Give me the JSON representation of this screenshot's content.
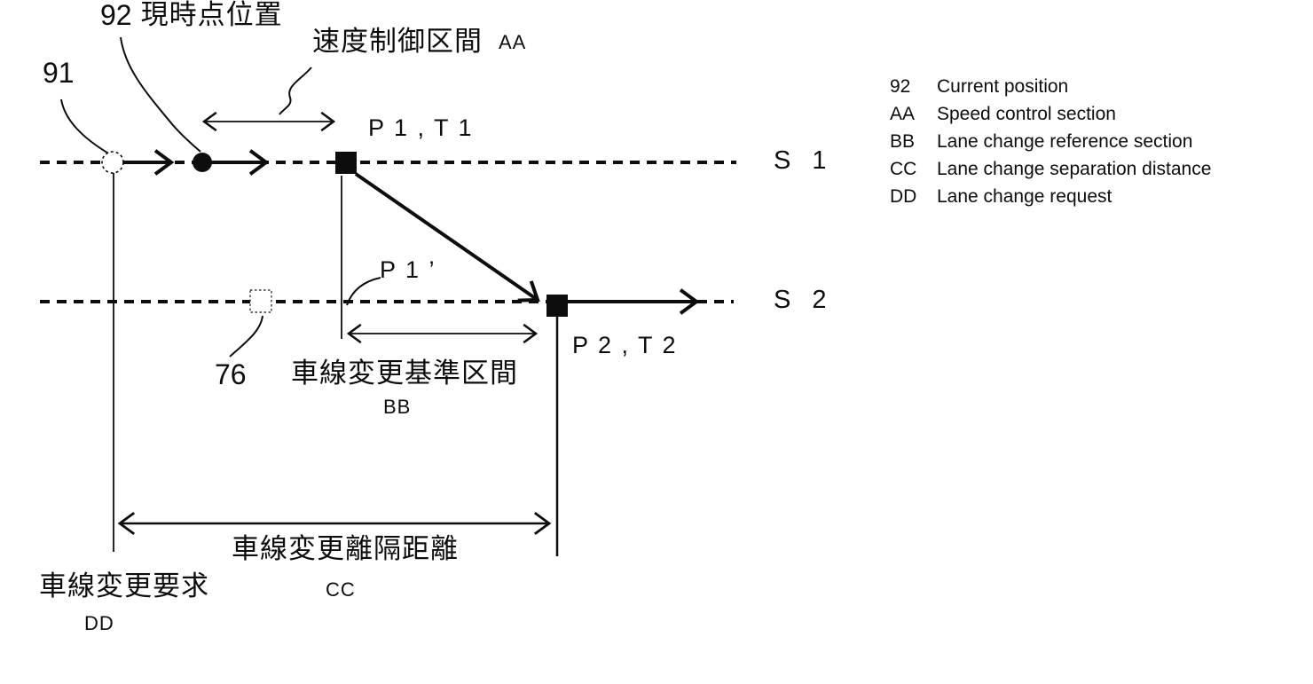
{
  "figure": {
    "refs": {
      "r92": "92",
      "r91": "91",
      "r76": "76"
    },
    "labels": {
      "current_position": "現時点位置",
      "speed_control_section": "速度制御区間",
      "speed_control_key": "AA",
      "p1": "P 1 , T 1",
      "p1_prime": "P 1 ’",
      "p2": "P 2 , T 2",
      "lane1": "S 1",
      "lane2": "S 2",
      "lane_change_reference_section": "車線変更基準区間",
      "lane_change_reference_key": "BB",
      "lane_change_separation_distance": "車線変更離隔距離",
      "lane_change_separation_key": "CC",
      "lane_change_request": "車線変更要求",
      "lane_change_request_key": "DD"
    },
    "legend": {
      "items": [
        {
          "key": "92",
          "text": "Current position"
        },
        {
          "key": "AA",
          "text": "Speed control section"
        },
        {
          "key": "BB",
          "text": "Lane change reference section"
        },
        {
          "key": "CC",
          "text": "Lane change separation distance"
        },
        {
          "key": "DD",
          "text": "Lane change request"
        }
      ]
    },
    "colors": {
      "ink": "#0d0d0d",
      "background": "#ffffff"
    }
  }
}
